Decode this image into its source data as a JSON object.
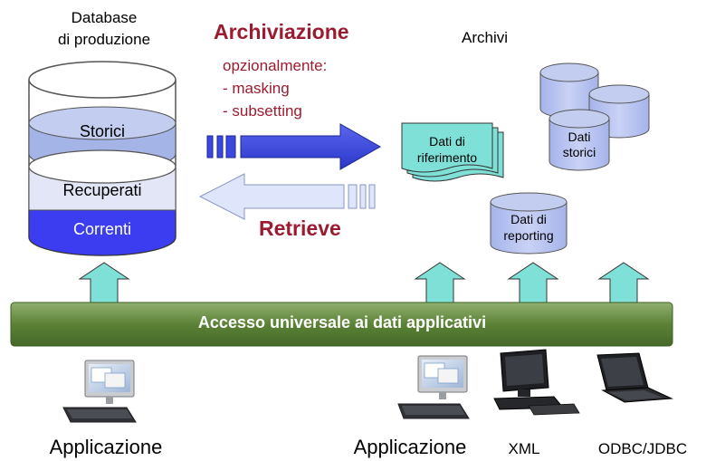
{
  "source": {
    "title_line1": "Database",
    "title_line2": "di produzione",
    "layers": {
      "storici": "Storici",
      "recuperati": "Recuperati",
      "correnti": "Correnti"
    }
  },
  "archive_flow": {
    "title": "Archiviazione",
    "note_line1": "opzionalmente:",
    "note_line2": "- masking",
    "note_line3": "- subsetting"
  },
  "retrieve_flow": {
    "title": "Retrieve"
  },
  "archives": {
    "title": "Archivi",
    "reference_doc_line1": "Dati di",
    "reference_doc_line2": "riferimento",
    "historic_line1": "Dati",
    "historic_line2": "storici",
    "reporting_line1": "Dati di",
    "reporting_line2": "reporting"
  },
  "access_layer": {
    "label": "Accesso universale ai dati applicativi"
  },
  "clients": {
    "app_left": "Applicazione",
    "app_right": "Applicazione",
    "xml": "XML",
    "odbc": "ODBC/JDBC"
  },
  "colors": {
    "cylinder_top": "#ffffff",
    "storici_band": "#a4b4e6",
    "recuperati_band": "#e2e6f6",
    "correnti_band": "#3c3cf0",
    "archive_arrow": "#3a48e0",
    "retrieve_arrow": "#dfe5fa",
    "archive_cylinder": "#b7c3ef",
    "teal_box": "#7fe0d8",
    "green_bar": "#557c34",
    "title_red": "#9b1b30"
  }
}
